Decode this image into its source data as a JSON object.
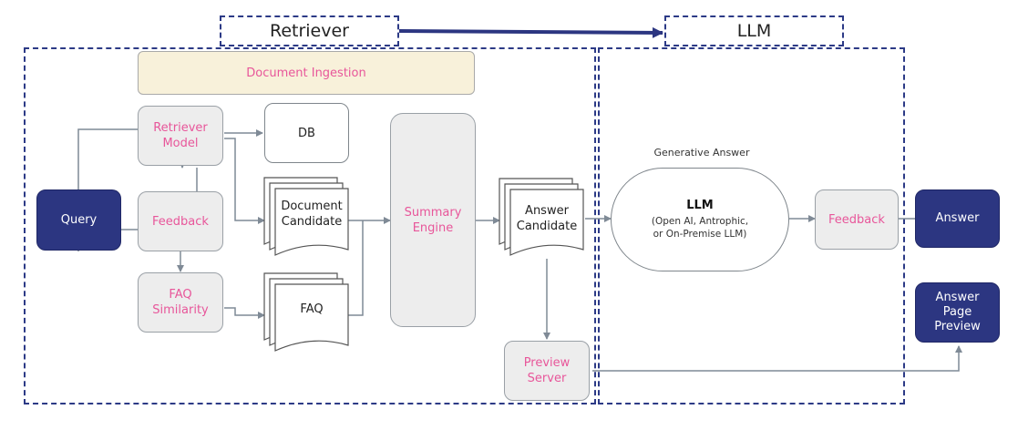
{
  "headers": {
    "retriever": "Retriever",
    "llm": "LLM"
  },
  "ingestion": "Document Ingestion",
  "retriever_model": [
    "Retriever",
    "Model"
  ],
  "feedback_left": "Feedback",
  "faq_similarity": [
    "FAQ",
    "Similarity"
  ],
  "db": "DB",
  "doc_candidate": [
    "Document",
    "Candidate"
  ],
  "faq_doc": "FAQ",
  "summary_engine": [
    "Summary",
    "Engine"
  ],
  "answer_candidate": [
    "Answer",
    "Candidate"
  ],
  "preview_server": [
    "Preview",
    "Server"
  ],
  "query": "Query",
  "generative_answer_label": "Generative Answer",
  "llm_box": {
    "title": "LLM",
    "lines": [
      "(Open AI, Antrophic,",
      "or On-Premise LLM)"
    ]
  },
  "feedback_right": "Feedback",
  "answer": "Answer",
  "answer_preview": [
    "Answer",
    "Page",
    "Preview"
  ],
  "colors": {
    "navy": "#2c3681",
    "pink": "#e8569a",
    "dash": "#2c3a86",
    "arrow": "#7f8a96"
  }
}
